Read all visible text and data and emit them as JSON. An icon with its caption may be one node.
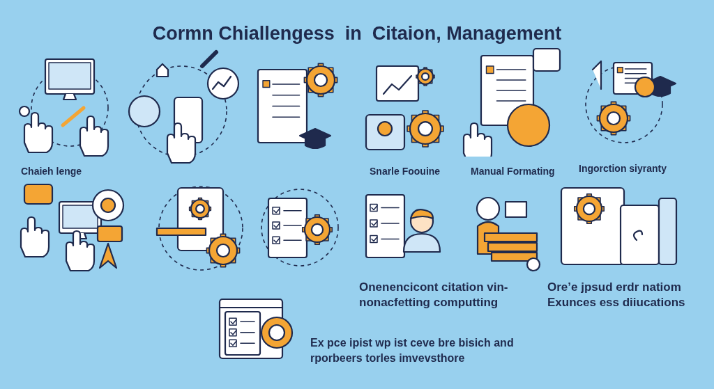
{
  "diagram": {
    "title": "Cormn Chiallengess  in  Citaion, Management",
    "labels": [
      "Chaieh lenge",
      "Snarle Foouine",
      "Manual Formating",
      "Ingorction siyranty",
      "Onenencicont citation vin- nonacfetting computting",
      "Ore’e jpsud erdr natiom Exunces ess diiucations",
      "Ex pce ipist wp ist ceve bre bisich and rporbeers torles imvevsthore"
    ]
  }
}
